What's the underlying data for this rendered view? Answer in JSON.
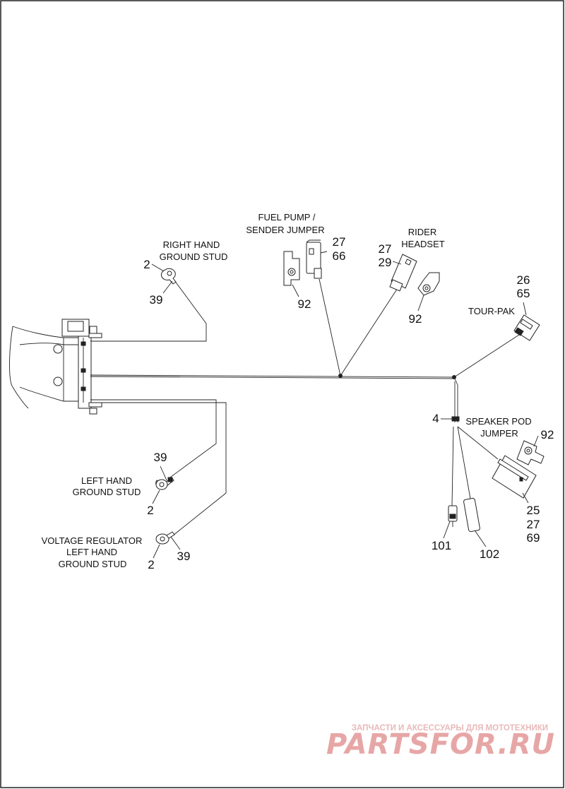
{
  "labels": {
    "right_hand_ground_stud": [
      "RIGHT HAND",
      "GROUND STUD"
    ],
    "fuel_pump_jumper": [
      "FUEL PUMP /",
      "SENDER JUMPER"
    ],
    "rider_headset": [
      "RIDER",
      "HEADSET"
    ],
    "tour_pak": [
      "TOUR-PAK"
    ],
    "speaker_pod_jumper": [
      "SPEAKER POD",
      "JUMPER"
    ],
    "left_hand_ground_stud": [
      "LEFT HAND",
      "GROUND STUD"
    ],
    "voltage_regulator": [
      "VOLTAGE REGULATOR",
      "LEFT HAND",
      "GROUND STUD"
    ]
  },
  "callouts": {
    "rh_stud_2": "2",
    "rh_stud_39": "39",
    "fuel_27": "27",
    "fuel_66": "66",
    "fuel_92": "92",
    "rider_27": "27",
    "rider_29": "29",
    "rider_92": "92",
    "tour_26": "26",
    "tour_65": "65",
    "speaker_4": "4",
    "speaker_92": "92",
    "speaker_25": "25",
    "speaker_27": "27",
    "speaker_69": "69",
    "conn_101": "101",
    "conn_102": "102",
    "lh_stud_39": "39",
    "lh_stud_2": "2",
    "vr_stud_2": "2",
    "vr_stud_39": "39"
  },
  "watermark": {
    "line1": "ЗАПЧАСТИ И АКСЕССУАРЫ ДЛЯ МОТОТЕХНИКИ",
    "line2": "PARTSFOR.RU"
  }
}
